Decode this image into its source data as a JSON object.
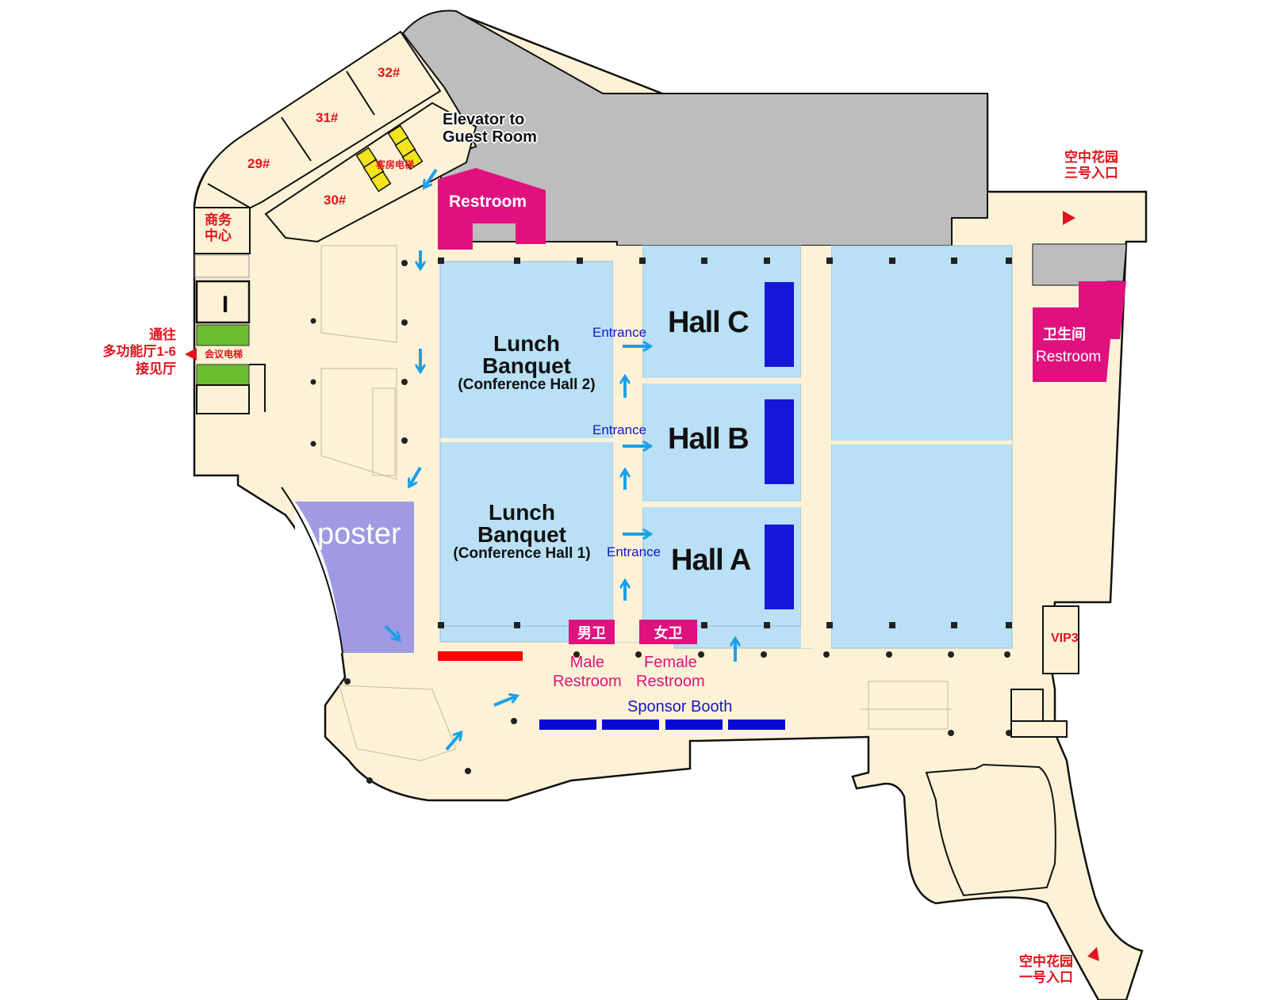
{
  "map": {
    "colors": {
      "floor": "#fdf2d6",
      "wall": "#111111",
      "hall_blue": "#b9e0f5",
      "stage_blue": "#1616d8",
      "service_gray": "#bdbdbd",
      "restroom_pink": "#e0117f",
      "poster_purple": "#9f9ae3",
      "arrow_blue": "#1aa0ea",
      "label_red": "#e0141e",
      "elevator_yellow": "#f2e51c",
      "elevator_green": "#6abf2e",
      "booth_blue": "#0a0ad8",
      "red_bar": "#ff0000"
    },
    "rooms": {
      "r32": "32#",
      "r31": "31#",
      "r29": "29#",
      "r30": "30#",
      "business_center": "商务\n中心"
    },
    "elevator_guest": {
      "label_en": "Elevator to\nGuest Room",
      "label_cn": "客房电梯"
    },
    "restroom_top": "Restroom",
    "restroom_right": {
      "cn": "卫生间",
      "en": "Restroom"
    },
    "conference_elevator": {
      "label_cn": "会议电梯",
      "direction": "通往\n多功能厅1-6\n接见厅"
    },
    "sky_garden_3": "空中花园\n三号入口",
    "sky_garden_1": "空中花园\n一号入口",
    "halls": {
      "hall_c": "Hall C",
      "hall_b": "Hall B",
      "hall_a": "Hall A"
    },
    "banquet2": {
      "line1": "Lunch",
      "line2": "Banquet",
      "line3": "(Conference Hall 2)"
    },
    "banquet1": {
      "line1": "Lunch",
      "line2": "Banquet",
      "line3": "(Conference Hall 1)"
    },
    "entrances": [
      "Entrance",
      "Entrance",
      "Entrance"
    ],
    "male_restroom": {
      "cn": "男卫",
      "en": "Male\nRestroom"
    },
    "female_restroom": {
      "cn": "女卫",
      "en": "Female\nRestroom"
    },
    "sponsor_booth": "Sponsor Booth",
    "poster": "poster",
    "vip": "VIP3"
  }
}
